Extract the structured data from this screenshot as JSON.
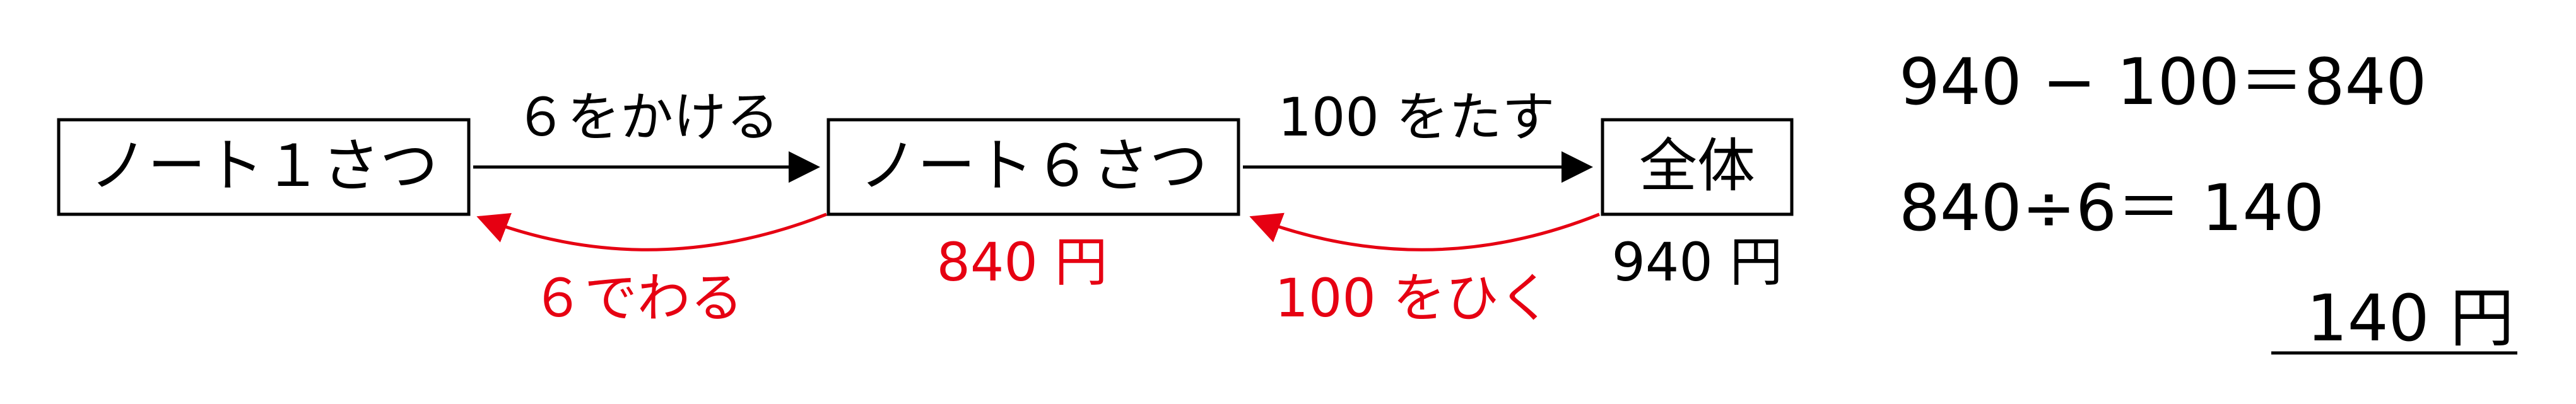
{
  "diagram": {
    "nodes": {
      "one_notebook": "ノート１さつ",
      "six_notebooks": "ノート６さつ",
      "total": "全体"
    },
    "forward_labels": {
      "multiply": "６をかける",
      "add": "100 をたす"
    },
    "backward_labels": {
      "divide": "６でわる",
      "subtract": "100 をひく"
    },
    "values": {
      "six_notebooks_price": "840 円",
      "total_price": "940 円"
    }
  },
  "calculation": {
    "line1": "940 − 100＝840",
    "line2": "840÷6＝ 140",
    "answer": "140 円"
  },
  "colors": {
    "forward": "#000000",
    "backward": "#e60012"
  }
}
